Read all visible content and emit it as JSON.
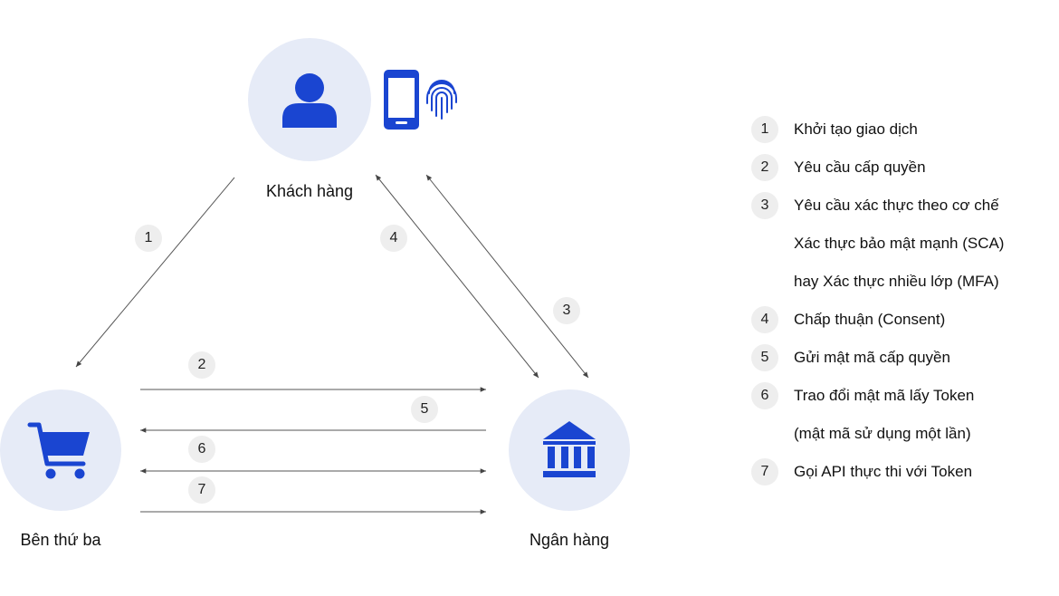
{
  "nodes": {
    "customer": {
      "label": "Khách hàng"
    },
    "third_party": {
      "label": "Bên thứ ba"
    },
    "bank": {
      "label": "Ngân hàng"
    }
  },
  "icons": {
    "customer": "user-icon",
    "phone": "smartphone-icon",
    "fingerprint": "fingerprint-icon",
    "third_party": "shopping-cart-icon",
    "bank": "bank-icon"
  },
  "step_badges": [
    "1",
    "2",
    "3",
    "4",
    "5",
    "6",
    "7"
  ],
  "legend": [
    {
      "num": "1",
      "text": "Khởi tạo giao dịch"
    },
    {
      "num": "2",
      "text": "Yêu cầu cấp quyền"
    },
    {
      "num": "3",
      "text": "Yêu cầu xác thực theo cơ chế"
    },
    {
      "num": "",
      "text": "Xác thực bảo mật mạnh (SCA)"
    },
    {
      "num": "",
      "text": "hay Xác thực nhiều lớp (MFA)"
    },
    {
      "num": "4",
      "text": "Chấp thuận (Consent)"
    },
    {
      "num": "5",
      "text": "Gửi mật mã cấp quyền"
    },
    {
      "num": "6",
      "text": "Trao đổi mật mã lấy Token"
    },
    {
      "num": "",
      "text": "(mật mã sử dụng một lần)"
    },
    {
      "num": "7",
      "text": "Gọi API thực thi với Token"
    }
  ],
  "colors": {
    "icon": "#1a45d1",
    "node_background": "#e6ebf7",
    "badge_background": "#eeeeee",
    "line": "#555555"
  }
}
